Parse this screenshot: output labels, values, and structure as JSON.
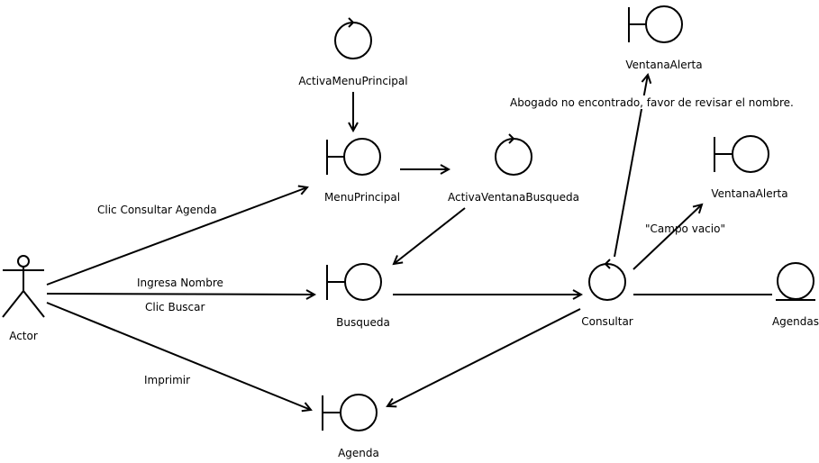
{
  "nodes": {
    "actor": "Actor",
    "activa_menu_principal": "ActivaMenuPrincipal",
    "menu_principal": "MenuPrincipal",
    "activa_ventana_busqueda": "ActivaVentanaBusqueda",
    "busqueda": "Busqueda",
    "agenda": "Agenda",
    "consultar": "Consultar",
    "agendas": "Agendas",
    "ventana_alerta_top": "VentanaAlerta",
    "ventana_alerta_right": "VentanaAlerta"
  },
  "messages": {
    "clic_consultar_agenda": "Clic Consultar Agenda",
    "ingresa_nombre": "Ingresa Nombre",
    "clic_buscar": "Clic Buscar",
    "imprimir": "Imprimir",
    "abogado_no_encontrado": "Abogado no encontrado, favor de revisar el nombre.",
    "campo_vacio": "\"Campo vacio\""
  }
}
